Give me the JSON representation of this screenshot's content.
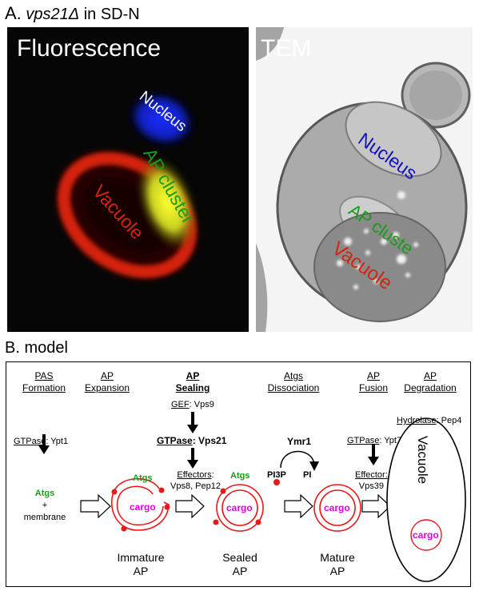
{
  "panel_a": {
    "title_letter": "A.",
    "title_gene": "vps21Δ",
    "title_rest": " in SD-N",
    "fluor_label": "Fluorescence",
    "tem_label": "TEM",
    "fluor_nucleus": "Nucleus",
    "fluor_ap_cluster": "AP cluster",
    "fluor_vacuole": "Vacuole",
    "tem_nucleus": "Nucleus",
    "tem_ap_cluster": "AP cluste",
    "tem_vacuole": "Vacuole"
  },
  "panel_b": {
    "title": "B. model",
    "stages": [
      {
        "l1": "PAS",
        "l2": "Formation"
      },
      {
        "l1": "AP",
        "l2": "Expansion"
      },
      {
        "l1": "AP",
        "l2": "Sealing"
      },
      {
        "l1": "Atgs",
        "l2": "Dissociation"
      },
      {
        "l1": "AP",
        "l2": "Fusion"
      },
      {
        "l1": "AP",
        "l2": "Degradation"
      }
    ],
    "gef_label": "GEF",
    "gef_value": ": Vps9",
    "hydrolase_label": "Hydrolase",
    "hydrolase_value": ": Pep4",
    "gtpase1_label": "GTPase",
    "gtpase1_value": ": Ypt1",
    "gtpase2_label": "GTPase",
    "gtpase2_value": ": Vps21",
    "gtpase3_label": "GTPase",
    "gtpase3_value": ": Ypt7",
    "ymr1": "Ymr1",
    "pi3p": "PI3P",
    "pi": "PI",
    "effectors_label": "Effectors",
    "effectors_value": ":",
    "effectors_list": "Vps8, Pep12",
    "effector_label": "Effector:",
    "effector_list": "Vps39",
    "atgs": "Atgs",
    "plus": "+",
    "membrane": "membrane",
    "atgs_immature": "Atgs",
    "atgs_sealed": "Atgs",
    "cargo": "cargo",
    "vacuole": "Vacuole",
    "caption_immature_1": "Immature",
    "caption_immature_2": "AP",
    "caption_sealed_1": "Sealed",
    "caption_sealed_2": "AP",
    "caption_mature_1": "Mature",
    "caption_mature_2": "AP",
    "colors": {
      "membrane_red": "#e8191b",
      "atgs_green": "#1b9a1b",
      "cargo_magenta": "#e000e0"
    }
  }
}
